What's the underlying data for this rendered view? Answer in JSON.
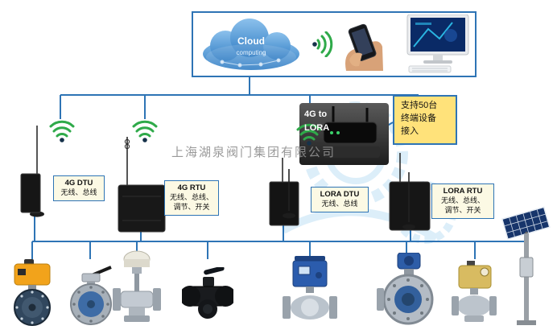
{
  "company_watermark": "上海湖泉阀门集团有限公司",
  "cloud": {
    "line1": "Cloud",
    "line2": "computing"
  },
  "gateway_label": {
    "line1": "4G to",
    "line2": "LORA"
  },
  "callout": {
    "line1": "支持50台",
    "line2": "终端设备",
    "line3": "接入"
  },
  "device_labels": [
    {
      "title": "4G DTU",
      "desc1": "无线、总线"
    },
    {
      "title": "4G RTU",
      "desc1": "无线、总线、",
      "desc2": "调节、开关"
    },
    {
      "title": "LORA DTU",
      "desc1": "无线、总线"
    },
    {
      "title": "LORA RTU",
      "desc1": "无线、总线、",
      "desc2": "调节、开关"
    }
  ],
  "icons": {
    "wifi_signal": "green-wifi-arcs",
    "cloud_computing": "blue-cloud",
    "antenna": "rod-antenna-with-coil"
  },
  "colors": {
    "connector_blue": "#2e74b5",
    "label_box_bg": "#fcf9e4",
    "callout_bg": "#ffe27a",
    "wifi_green": "#2faa4a"
  }
}
